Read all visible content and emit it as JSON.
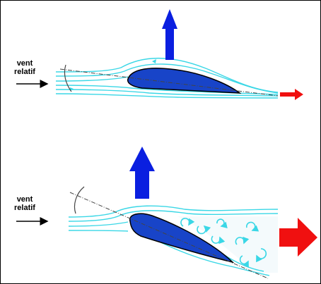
{
  "top_panel": {
    "wind_label_line1": "vent",
    "wind_label_line2": "relatif"
  },
  "bottom_panel": {
    "wind_label_line1": "vent",
    "wind_label_line2": "relatif"
  },
  "colors": {
    "streamline": "#3ad7e6",
    "airfoil_fill": "#1844c8",
    "lift_arrow": "#0a1fe0",
    "drag_arrow": "#f01010",
    "chord_line": "#444444"
  },
  "icons": [
    "lift-arrow-icon",
    "drag-arrow-icon",
    "wind-arrow-icon",
    "vortex-icon"
  ]
}
